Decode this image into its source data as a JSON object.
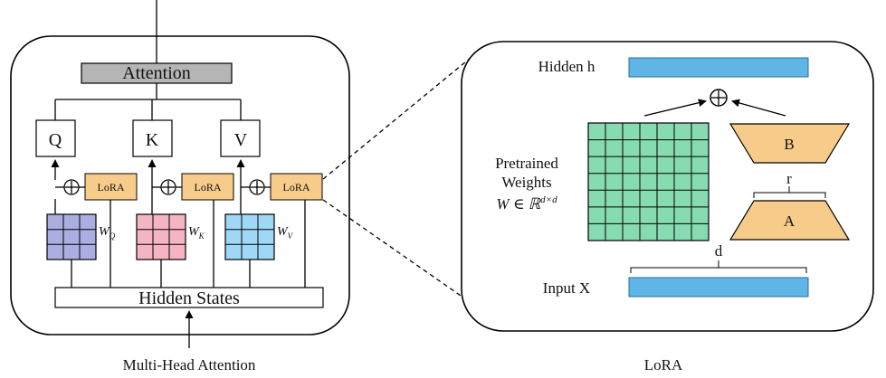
{
  "mha": {
    "attention": "Attention",
    "q": "Q",
    "k": "K",
    "v": "V",
    "lora": "LoRA",
    "w_q": "W",
    "w_q_sub": "Q",
    "w_k": "W",
    "w_k_sub": "K",
    "w_v": "W",
    "w_v_sub": "V",
    "hidden_states": "Hidden States",
    "caption": "Multi-Head Attention",
    "plus": "+"
  },
  "lora": {
    "hidden": "Hidden h",
    "input": "Input X",
    "pretrained_1": "Pretrained",
    "pretrained_2": "Weights",
    "weight_formula": "W ∈ ℝ",
    "weight_sup": "d×d",
    "b": "B",
    "a": "A",
    "r": "r",
    "d": "d",
    "plus": "+",
    "caption": "LoRA"
  },
  "colors": {
    "attention_fill": "#b5b5b5",
    "lora_fill": "#f7cc8a",
    "hidden_bar": "#5fb6e6",
    "pretrained_grid": "#86dcb0",
    "wq_grid": "#aaaee0",
    "wk_grid": "#f5b4c2",
    "wv_grid": "#9fd8f5"
  }
}
